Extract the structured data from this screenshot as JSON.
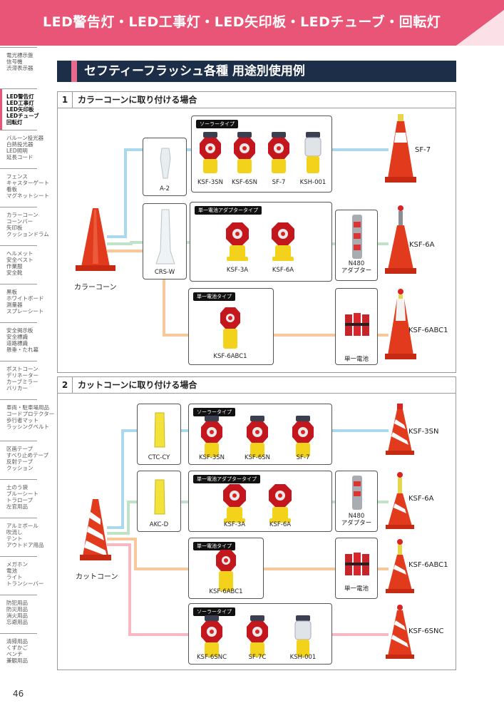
{
  "header": {
    "title": "LED警告灯・LED工事灯・LED矢印板・LEDチューブ・回転灯",
    "bg": "#e85577"
  },
  "sidebar": [
    {
      "lines": [
        "電光標示盤",
        "信号機",
        "渋滞表示器"
      ]
    },
    {
      "lines": [
        "LED警告灯",
        "LED工事灯",
        "LED矢印板",
        "LEDチューブ",
        "回転灯"
      ],
      "active": true
    },
    {
      "lines": [
        "バルーン投光器",
        "白熱投光器",
        "LED照明",
        "延長コード"
      ]
    },
    {
      "lines": [
        "フェンス",
        "キャスターゲート",
        "看板",
        "マグネットシート"
      ]
    },
    {
      "lines": [
        "カラーコーン",
        "コーンバー",
        "矢印板",
        "クッションドラム"
      ]
    },
    {
      "lines": [
        "ヘルメット",
        "安全ベスト",
        "作業服",
        "安全靴"
      ]
    },
    {
      "lines": [
        "黒板",
        "ホワイトボード",
        "測量器",
        "スプレーシート"
      ]
    },
    {
      "lines": [
        "安全掲示板",
        "安全標識",
        "道路標識",
        "懸垂・たれ幕"
      ]
    },
    {
      "lines": [
        "ポストコーン",
        "デリネーター",
        "カーブミラー",
        "バリカー"
      ]
    },
    {
      "lines": [
        "車両・駐車場用品",
        "コードプロテクター",
        "歩行者マット",
        "ラッシングベルト"
      ]
    },
    {
      "lines": [
        "区画テープ",
        "すべり止めテープ",
        "反射テープ",
        "クッション"
      ]
    },
    {
      "lines": [
        "土のう袋",
        "ブルーシート",
        "トラロープ",
        "左官用品"
      ]
    },
    {
      "lines": [
        "アルミボール",
        "吹流し",
        "テント",
        "アウトドア用品"
      ]
    },
    {
      "lines": [
        "メガホン",
        "電池",
        "ライト",
        "トランシーバー"
      ]
    },
    {
      "lines": [
        "防犯用品",
        "防災用品",
        "消火用品",
        "忘避用品"
      ]
    },
    {
      "lines": [
        "清掃用品",
        "くずかご",
        "ベンチ",
        "兼観用品"
      ]
    }
  ],
  "page_number": "46",
  "section_title": "セフティーフラッシュ各種 用途別使用例",
  "section1": {
    "num": "1",
    "title": "カラーコーンに取り付ける場合",
    "source": "カラーコーン",
    "adapters": [
      "A-2",
      "CRS-W"
    ],
    "box_solar": {
      "tag": "ソーラータイプ",
      "items": [
        "KSF-3SN",
        "KSF-6SN",
        "SF-7",
        "KSH-001"
      ]
    },
    "box_adapter": {
      "tag": "単一電池アダプタータイプ",
      "items": [
        "KSF-3A",
        "KSF-6A"
      ]
    },
    "box_single": {
      "tag": "単一電池タイプ",
      "items": [
        "KSF-6ABC1"
      ]
    },
    "n480": "N480\nアダプター",
    "battery": "単一電池",
    "results": [
      "SF-7",
      "KSF-6A",
      "KSF-6ABC1"
    ]
  },
  "section2": {
    "num": "2",
    "title": "カットコーンに取り付ける場合",
    "source": "カットコーン",
    "adapters": [
      "CTC-CY",
      "AKC-D"
    ],
    "box_solar": {
      "tag": "ソーラータイプ",
      "items": [
        "KSF-3SN",
        "KSF-6SN",
        "SF-7"
      ]
    },
    "box_adapter": {
      "tag": "単一電池アダプタータイプ",
      "items": [
        "KSF-3A",
        "KSF-6A"
      ]
    },
    "box_single": {
      "tag": "単一電池タイプ",
      "items": [
        "KSF-6ABC1"
      ]
    },
    "box_solar2": {
      "tag": "ソーラータイプ",
      "items": [
        "KSF-6SNC",
        "SF-7C",
        "KSH-001"
      ]
    },
    "n480": "N480\nアダプター",
    "battery": "単一電池",
    "results": [
      "KSF-3SN",
      "KSF-6A",
      "KSF-6ABC1",
      "KSF-6SNC"
    ]
  },
  "colors": {
    "navy": "#1c2e48",
    "pink": "#e85577",
    "cone_red": "#e23a1c",
    "line_blue": "#a9d8ef",
    "line_green": "#bfe2c8",
    "line_orange": "#f8c89a",
    "line_pink": "#f6b9c3"
  }
}
